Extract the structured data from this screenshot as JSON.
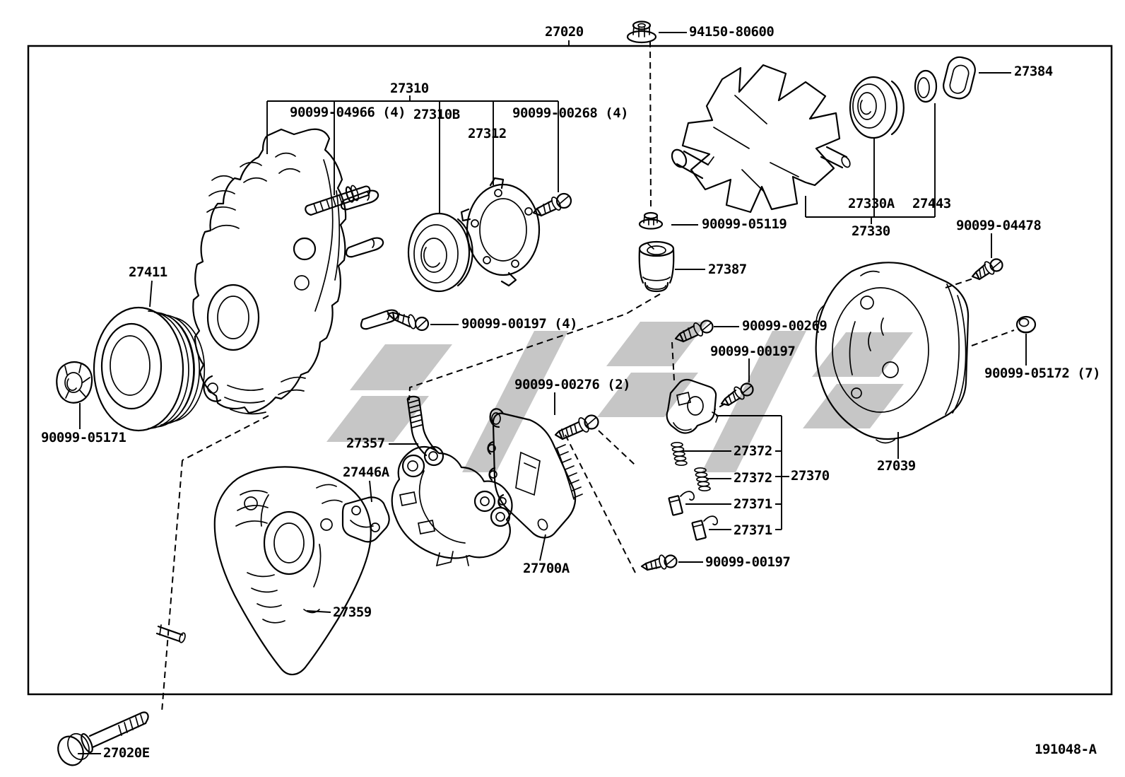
{
  "page": {
    "background": "#ffffff",
    "line_color": "#000000",
    "watermark_color": "#c6c6c6",
    "doc_number": "191048-A"
  },
  "labels": {
    "assembly": "27020",
    "lock_nut": "94150-80600",
    "drive_end_frame": "27310",
    "stud_bolt": "90099-04966 (4)",
    "front_bearing": "27310B",
    "bearing_retainer": "27312",
    "retainer_bolt": "90099-00268 (4)",
    "grommet": "27384",
    "rear_bearing": "27330A",
    "spacer_ring": "27443",
    "rotor": "27330",
    "shaft_nut": "90099-05119",
    "cover_bolt": "90099-04478",
    "insulator": "27387",
    "frame_screw": "90099-00197 (4)",
    "holder_screw": "90099-00269",
    "regulator_screw_upper": "90099-00197",
    "rectifier_bolt": "90099-00276 (2)",
    "cover_nut": "90099-05172 (7)",
    "pulley": "27411",
    "pulley_nut": "90099-05171",
    "terminal_stud": "27357",
    "end_cover_plate": "27446A",
    "brush_spring_upper": "27372",
    "brush_spring_lower": "27372",
    "regulator_assembly": "27370",
    "brush_upper": "27371",
    "brush_lower": "27371",
    "rear_end_cover": "27039",
    "rectifier": "27700A",
    "rectifier_screw": "90099-00197",
    "fan_guide": "27359",
    "through_bolt": "27020E",
    "doc_number": "191048-A"
  }
}
